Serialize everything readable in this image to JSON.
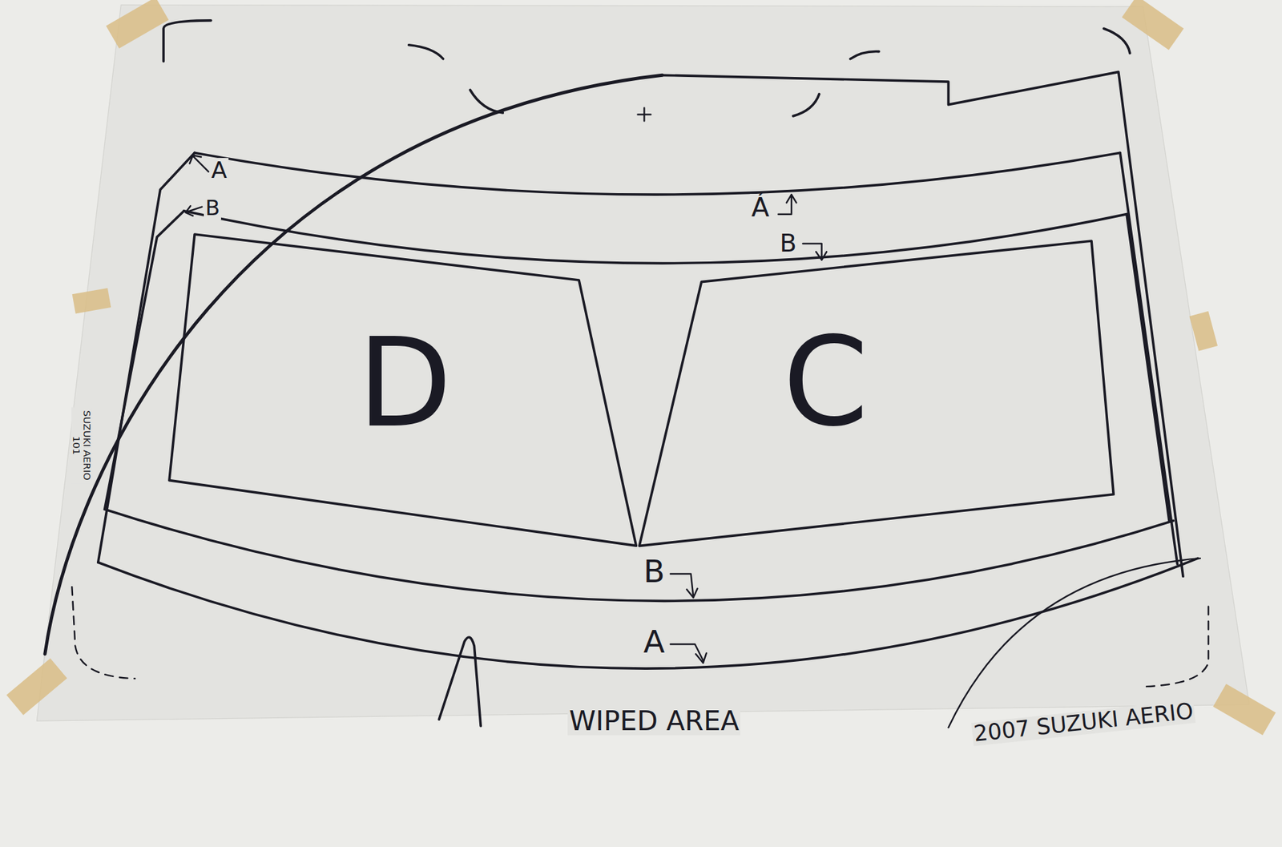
{
  "diagram": {
    "nodes": [
      {
        "text": [
          "D"
        ]
      },
      {
        "text": [
          "C"
        ]
      }
    ],
    "labels": [
      "A",
      "B",
      "Á",
      "B",
      "B",
      "A",
      "WIPED AREA",
      "2007 SUZUKI AERIO",
      "SUZUKI AERIO 101"
    ]
  }
}
